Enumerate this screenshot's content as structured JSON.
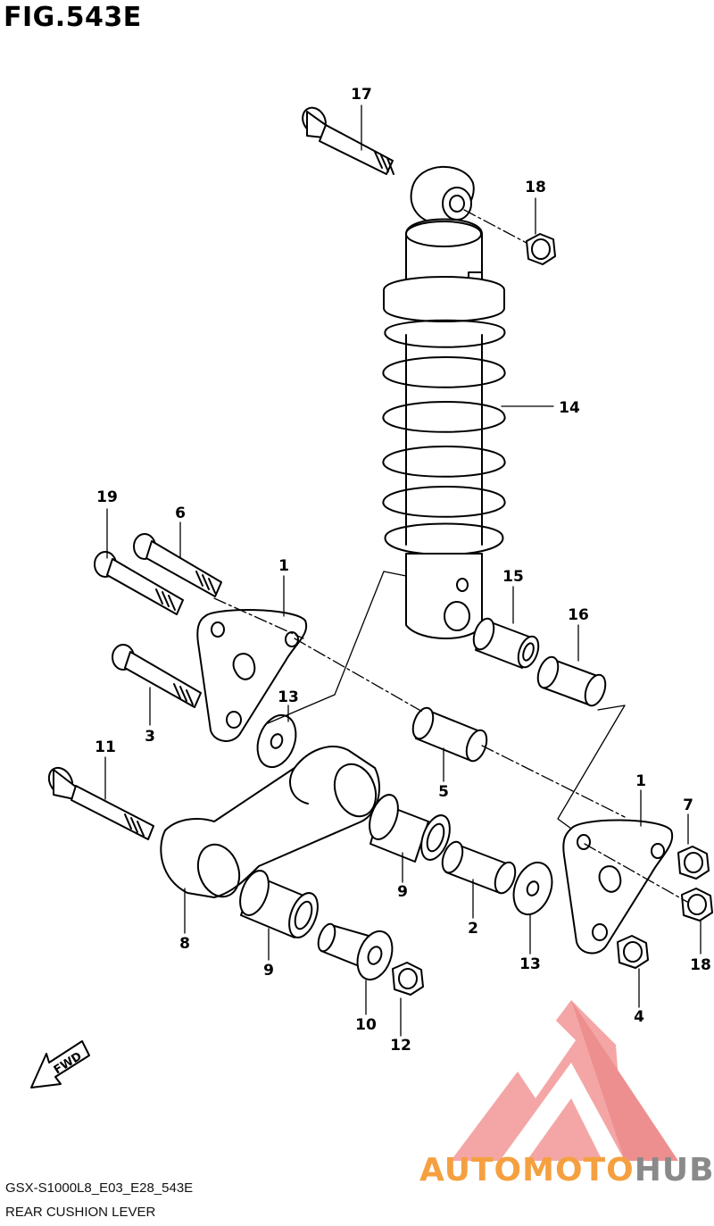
{
  "figure": {
    "title": "FIG.543E",
    "model_code": "GSX-S1000L8_E03_E28_543E",
    "part_name": "REAR CUSHION LEVER"
  },
  "fwd_arrow": {
    "label": "FWD"
  },
  "watermark": {
    "text_part1": "AUTOMOTO",
    "text_part2": "HUB",
    "color_primary": "#f5a040",
    "color_secondary": "#8a8a8a",
    "logo_color": "#f29a9a"
  },
  "callouts": [
    {
      "id": "c17",
      "label": "17"
    },
    {
      "id": "c18a",
      "label": "18"
    },
    {
      "id": "c14",
      "label": "14"
    },
    {
      "id": "c19",
      "label": "19"
    },
    {
      "id": "c6",
      "label": "6"
    },
    {
      "id": "c1a",
      "label": "1"
    },
    {
      "id": "c15",
      "label": "15"
    },
    {
      "id": "c16",
      "label": "16"
    },
    {
      "id": "c13a",
      "label": "13"
    },
    {
      "id": "c3",
      "label": "3"
    },
    {
      "id": "c11",
      "label": "11"
    },
    {
      "id": "c5",
      "label": "5"
    },
    {
      "id": "c1b",
      "label": "1"
    },
    {
      "id": "c7",
      "label": "7"
    },
    {
      "id": "c9a",
      "label": "9"
    },
    {
      "id": "c2",
      "label": "2"
    },
    {
      "id": "c8",
      "label": "8"
    },
    {
      "id": "c9b",
      "label": "9"
    },
    {
      "id": "c13b",
      "label": "13"
    },
    {
      "id": "c18b",
      "label": "18"
    },
    {
      "id": "c4",
      "label": "4"
    },
    {
      "id": "c10",
      "label": "10"
    },
    {
      "id": "c12",
      "label": "12"
    }
  ]
}
